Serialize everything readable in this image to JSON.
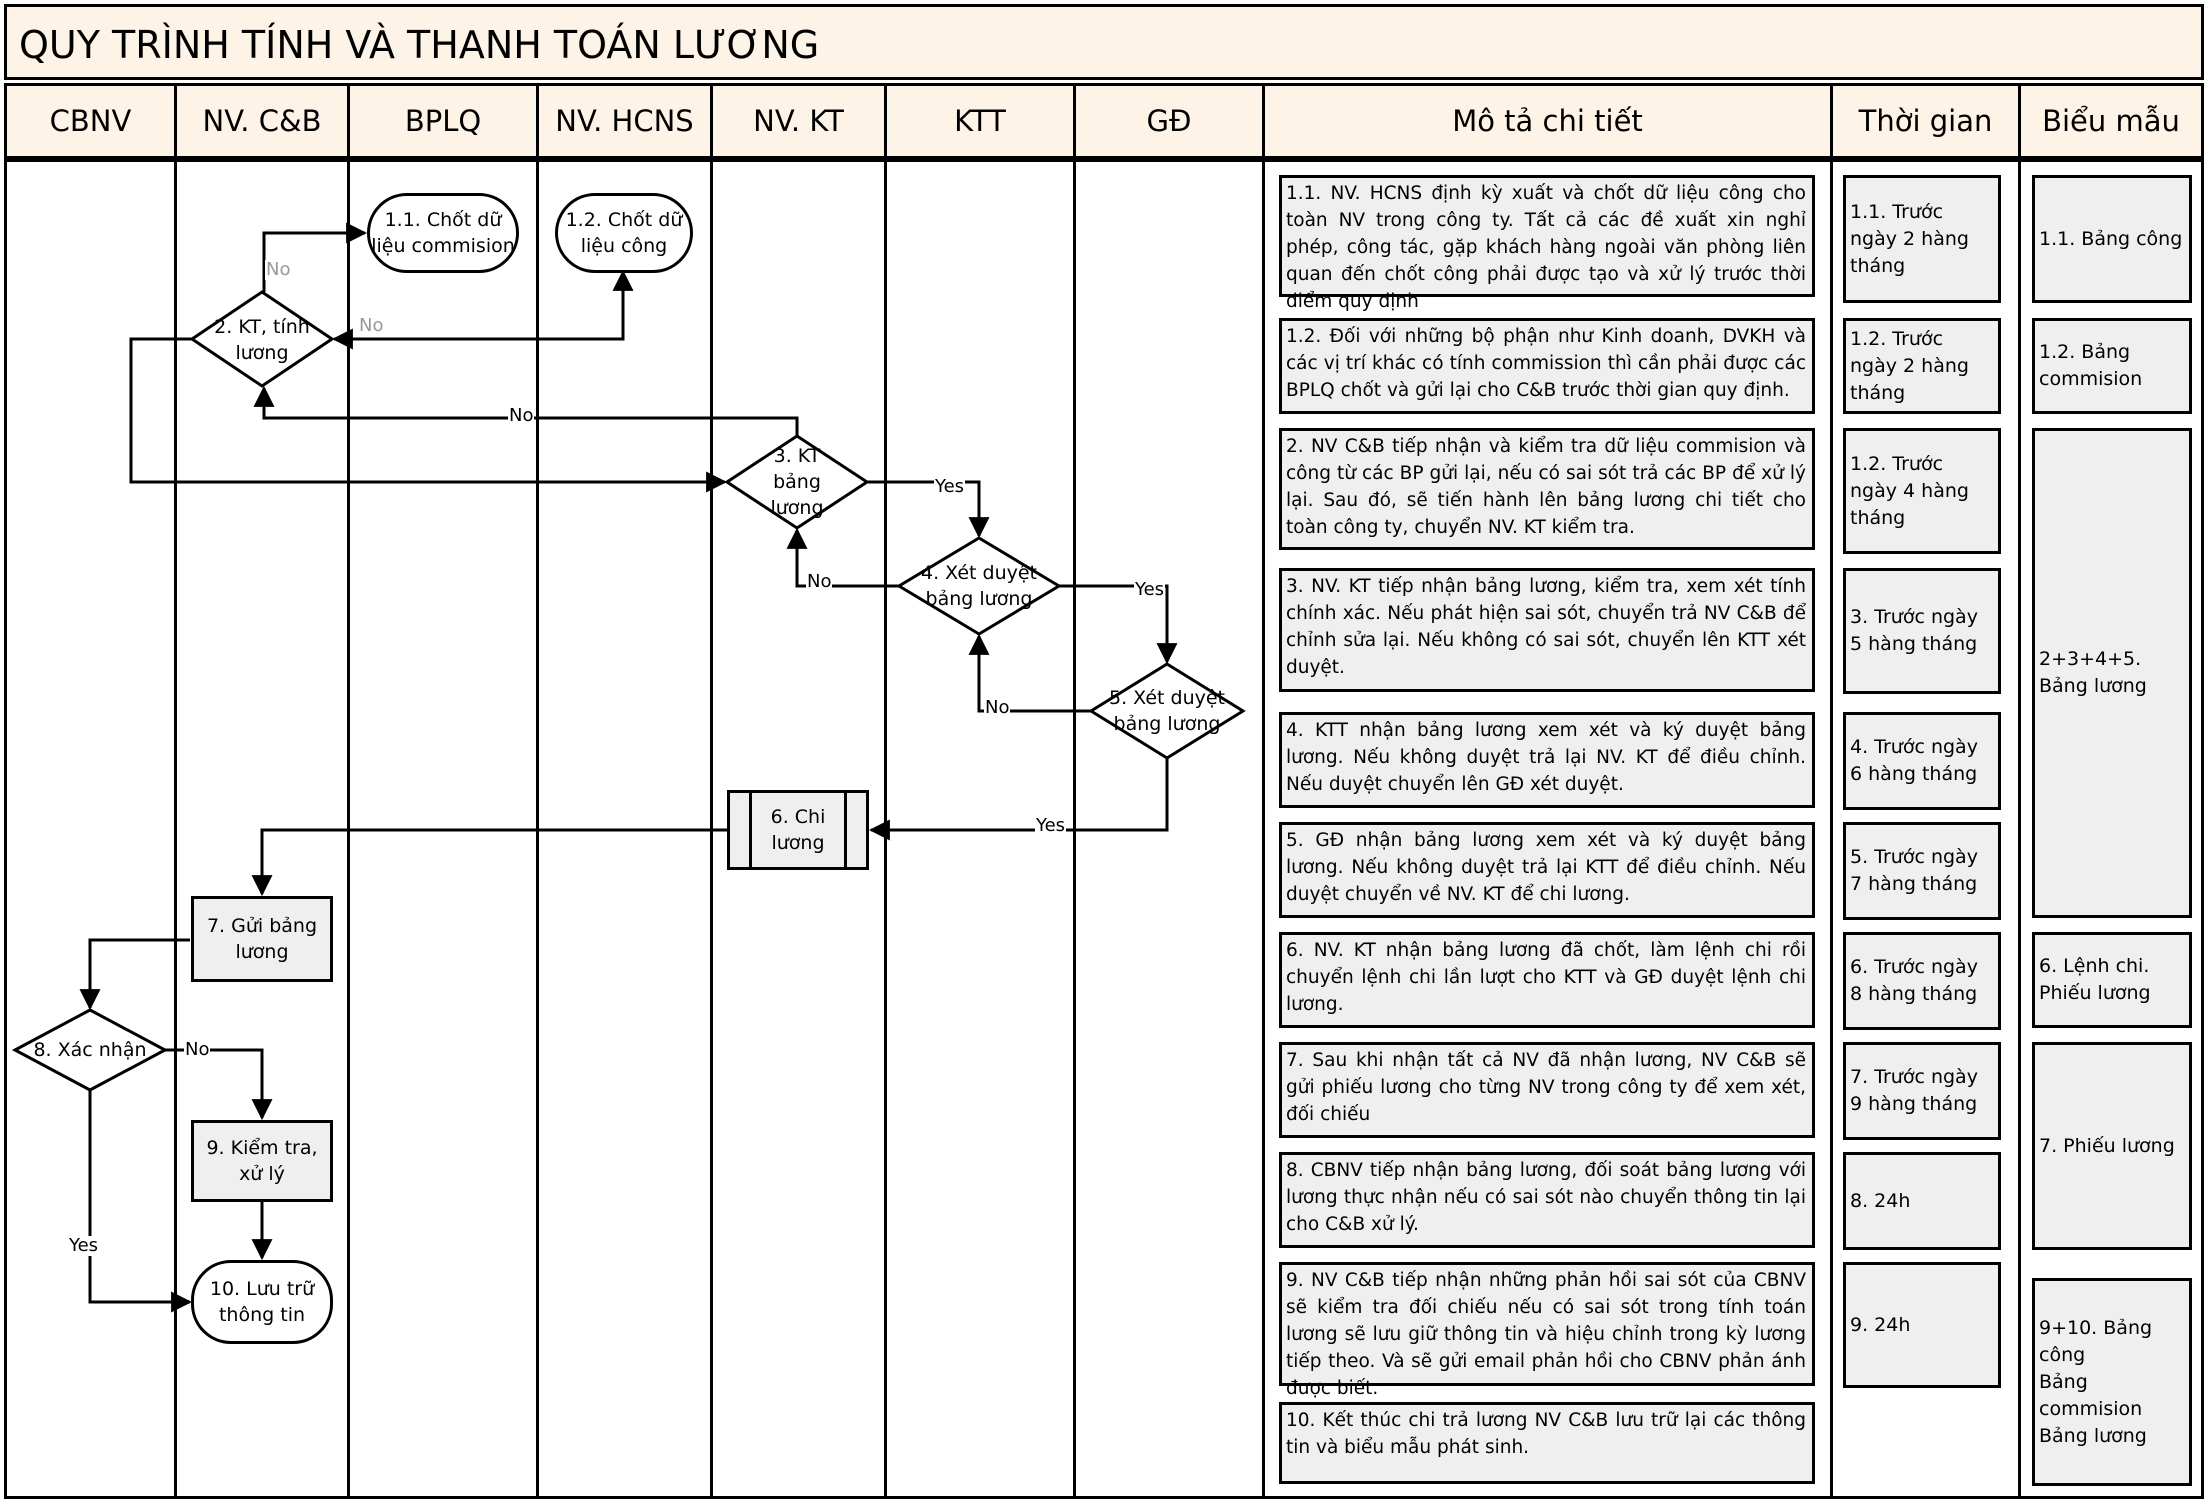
{
  "title": "QUY TRÌNH TÍNH VÀ THANH TOÁN LƯƠNG",
  "lanes": [
    "CBNV",
    "NV. C&B",
    "BPLQ",
    "NV. HCNS",
    "NV. KT",
    "KTT",
    "GĐ",
    "Mô tả chi tiết",
    "Thời gian",
    "Biểu mẫu"
  ],
  "nodes": {
    "n1_1": "1.1. Chốt dữ liệu commision",
    "n1_2": "1.2. Chốt dữ liệu công",
    "n2": "2. KT, tính lương",
    "n3": "3. KT bảng lương",
    "n4": "4. Xét duyệt bảng lương",
    "n5": "5. Xét duyệt bảng lương",
    "n6": "6. Chi lương",
    "n7": "7. Gửi bảng lương",
    "n8": "8. Xác nhận",
    "n9": "9. Kiểm tra, xử lý",
    "n10": "10. Lưu trữ thông tin"
  },
  "edge_labels": {
    "no_a": "No",
    "no_b": "No",
    "no_c": "No",
    "yes_a": "Yes",
    "no_d": "No",
    "yes_b": "Yes",
    "no_e": "No",
    "yes_c": "Yes",
    "no_f": "No",
    "yes_d": "Yes"
  },
  "descriptions": [
    "1.1. NV. HCNS định kỳ xuất và chốt dữ liệu công cho toàn NV trong công ty. Tất cả các đề xuất xin nghỉ phép, công tác, gặp khách hàng ngoài văn phòng liên quan đến chốt công phải được tạo và xử lý trước thời điểm quy định",
    "1.2. Đối với những bộ phận như Kinh doanh, DVKH và các vị trí khác có tính commission thì cần phải được các BPLQ chốt và gửi lại cho C&B trước thời gian quy định.",
    "2. NV C&B tiếp nhận và kiểm tra dữ liệu commision và công từ các BP gửi lại, nếu có sai sót trả các BP để xử lý lại. Sau đó, sẽ tiến hành lên bảng lương chi tiết cho toàn công ty, chuyển NV. KT kiểm tra.",
    "3. NV. KT tiếp nhận bảng lương, kiểm tra, xem xét tính chính xác. Nếu phát hiện sai sót, chuyển trả NV C&B để chỉnh sửa lại. Nếu không có sai sót, chuyển lên KTT xét duyệt.",
    "4. KTT nhận bảng lương xem xét và ký duyệt bảng lương. Nếu không duyệt trả lại NV. KT để điều chỉnh. Nếu duyệt chuyển lên GĐ xét duyệt.",
    "5. GĐ nhận bảng lương xem xét và ký duyệt bảng lương. Nếu không duyệt trả lại KTT để điều chỉnh. Nếu duyệt chuyển về NV. KT để chi lương.",
    "6. NV. KT nhận bảng lương đã chốt, làm lệnh chi rồi chuyển lệnh chi lần lượt cho KTT và GĐ duyệt lệnh chi lương.",
    "7. Sau khi nhận tất cả NV đã nhận lương, NV C&B sẽ gửi phiếu lương cho từng NV trong công ty để xem xét, đối chiếu",
    "8. CBNV tiếp nhận bảng lương, đối soát bảng lương với lương thực nhận nếu có sai sót nào chuyển thông tin lại cho C&B xử lý.",
    "9. NV C&B tiếp nhận những phản hồi sai sót của CBNV sẽ kiểm tra đối chiếu nếu có sai sót trong tính toán lương sẽ lưu giữ thông tin và hiệu chỉnh trong kỳ lương tiếp theo. Và sẽ gửi email phản hồi cho CBNV phản ánh được biết.",
    "10. Kết thúc chi trả lương NV C&B lưu trữ lại các thông tin và biểu mẫu phát sinh."
  ],
  "times": [
    "1.1. Trước ngày 2 hàng tháng",
    "1.2. Trước ngày 2 hàng tháng",
    "1.2. Trước ngày 4 hàng tháng",
    "3. Trước ngày 5 hàng tháng",
    "4. Trước ngày 6 hàng tháng",
    "5. Trước ngày 7 hàng tháng",
    "6. Trước ngày 8 hàng tháng",
    "7. Trước ngày 9 hàng tháng",
    "8. 24h",
    "9. 24h"
  ],
  "forms": [
    "1.1. Bảng công",
    "1.2. Bảng commision",
    "2+3+4+5. Bảng lương",
    "6. Lệnh chi.\n    Phiếu lương",
    "7. Phiếu lương",
    "9+10. Bảng công\n        Bảng commision\n        Bảng lương"
  ]
}
